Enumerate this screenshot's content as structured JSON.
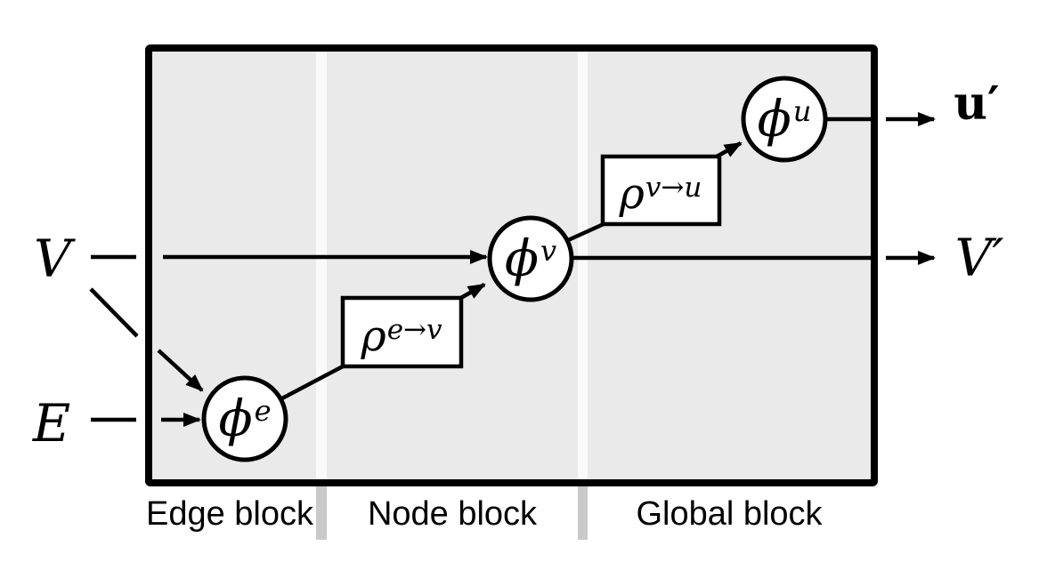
{
  "diagram": {
    "title": "graph-network-block",
    "inputs": {
      "v_label": "V",
      "e_label": "E"
    },
    "outputs": {
      "u_label": "u′",
      "v_label": "V′"
    },
    "update_functions": {
      "edge": {
        "base": "ϕ",
        "sup": "e"
      },
      "node": {
        "base": "ϕ",
        "sup": "v"
      },
      "global": {
        "base": "ϕ",
        "sup": "u"
      }
    },
    "aggregation_functions": {
      "edge_to_node": {
        "base": "ρ",
        "sup": "e→v"
      },
      "node_to_global": {
        "base": "ρ",
        "sup": "v→u"
      }
    },
    "block_labels": {
      "edge": "Edge block",
      "node": "Node block",
      "global": "Global block"
    },
    "colors": {
      "panel_fill": "#eaeaea",
      "stroke": "#000000",
      "inner_divider": "#fafafa",
      "outer_divider": "#c9c9c9",
      "background": "#ffffff"
    }
  }
}
